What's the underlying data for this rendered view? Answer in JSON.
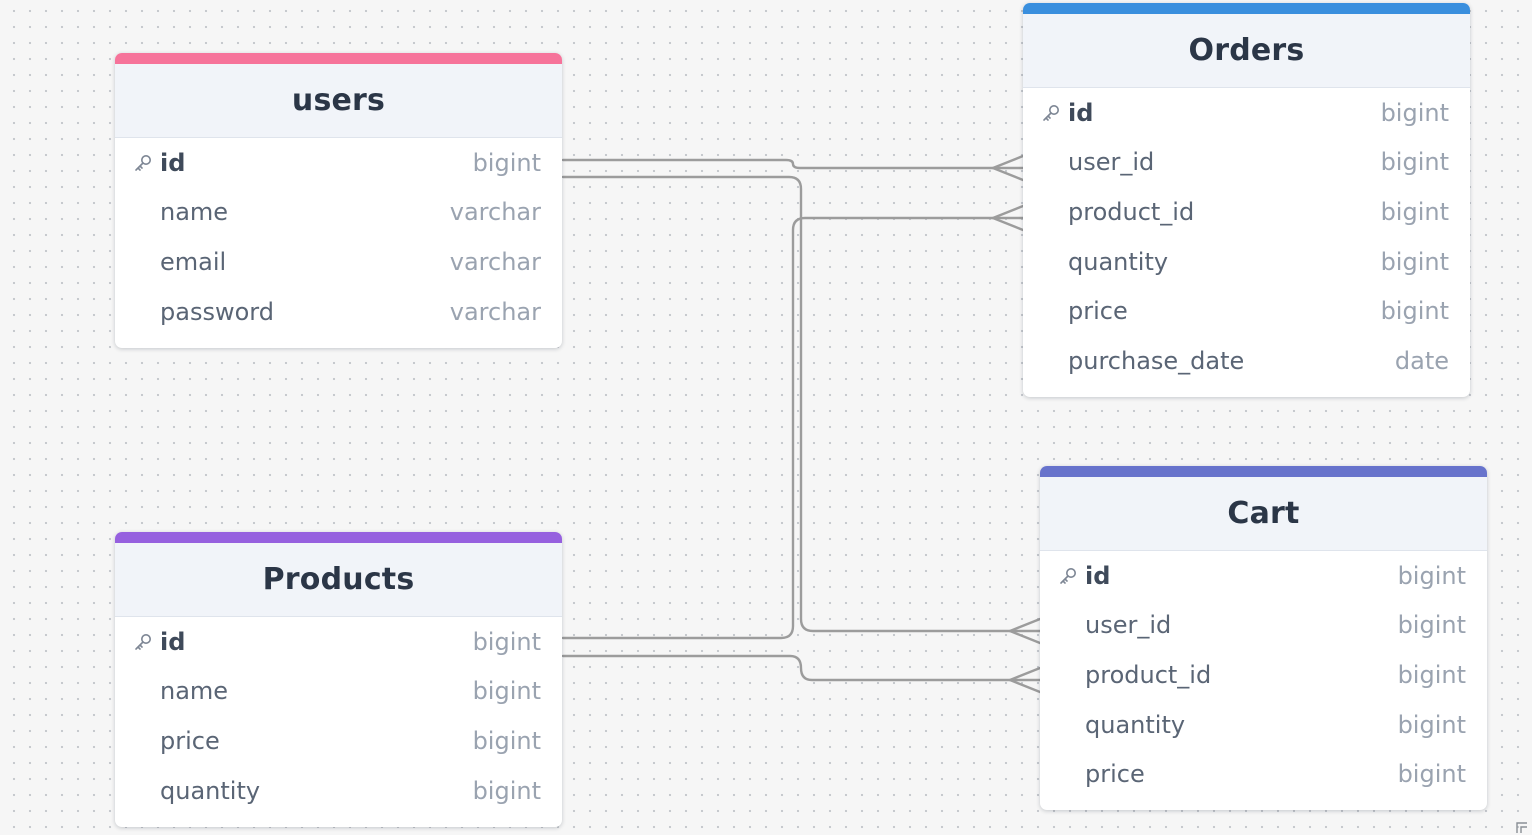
{
  "diagram": {
    "tables": [
      {
        "id": "users",
        "title": "users",
        "accent_color": "#f6739a",
        "fields": [
          {
            "name": "id",
            "type": "bigint",
            "primary_key": true
          },
          {
            "name": "name",
            "type": "varchar",
            "primary_key": false
          },
          {
            "name": "email",
            "type": "varchar",
            "primary_key": false
          },
          {
            "name": "password",
            "type": "varchar",
            "primary_key": false
          }
        ]
      },
      {
        "id": "products",
        "title": "Products",
        "accent_color": "#9660df",
        "fields": [
          {
            "name": "id",
            "type": "bigint",
            "primary_key": true
          },
          {
            "name": "name",
            "type": "bigint",
            "primary_key": false
          },
          {
            "name": "price",
            "type": "bigint",
            "primary_key": false
          },
          {
            "name": "quantity",
            "type": "bigint",
            "primary_key": false
          }
        ]
      },
      {
        "id": "orders",
        "title": "Orders",
        "accent_color": "#3a8fde",
        "fields": [
          {
            "name": "id",
            "type": "bigint",
            "primary_key": true
          },
          {
            "name": "user_id",
            "type": "bigint",
            "primary_key": false
          },
          {
            "name": "product_id",
            "type": "bigint",
            "primary_key": false
          },
          {
            "name": "quantity",
            "type": "bigint",
            "primary_key": false
          },
          {
            "name": "price",
            "type": "bigint",
            "primary_key": false
          },
          {
            "name": "purchase_date",
            "type": "date",
            "primary_key": false
          }
        ]
      },
      {
        "id": "cart",
        "title": "Cart",
        "accent_color": "#6773cc",
        "fields": [
          {
            "name": "id",
            "type": "bigint",
            "primary_key": true
          },
          {
            "name": "user_id",
            "type": "bigint",
            "primary_key": false
          },
          {
            "name": "product_id",
            "type": "bigint",
            "primary_key": false
          },
          {
            "name": "quantity",
            "type": "bigint",
            "primary_key": false
          },
          {
            "name": "price",
            "type": "bigint",
            "primary_key": false
          }
        ]
      }
    ],
    "relationships": [
      {
        "from": "users.id",
        "to": "orders.user_id",
        "cardinality": "one-to-many"
      },
      {
        "from": "users.id",
        "to": "cart.user_id",
        "cardinality": "one-to-many"
      },
      {
        "from": "products.id",
        "to": "orders.product_id",
        "cardinality": "one-to-many"
      },
      {
        "from": "products.id",
        "to": "cart.product_id",
        "cardinality": "one-to-many"
      }
    ],
    "icons": {
      "primary_key": "key-icon",
      "relationship_end": "crow-foot-icon",
      "canvas_corner": "resize-handle-icon"
    },
    "colors": {
      "canvas_background": "#f6f6f6",
      "connector": "#9c9c9c",
      "header_background": "#f1f4f9",
      "title_text": "#2b3647",
      "field_text": "#5a6575",
      "type_text": "#9aa3b0"
    }
  }
}
